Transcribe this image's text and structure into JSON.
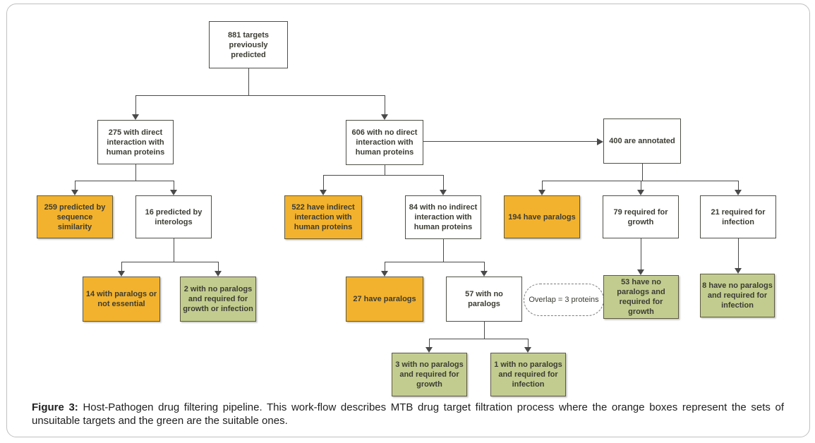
{
  "figure": {
    "caption_label": "Figure 3:",
    "caption_text": "Host-Pathogen drug filtering pipeline. This work-flow describes MTB drug target filtration process where the orange boxes represent the sets of unsuitable targets and the green are the suitable ones."
  },
  "colors": {
    "orange": "#F2B22D",
    "green": "#C2CC8F",
    "line": "#4a4a4a",
    "box_border": "#4f4f47",
    "colored_box_border": "#5e5a42",
    "frame_border": "#c0c0c0"
  },
  "diagram": {
    "nodes": {
      "root": {
        "label": "881 targets previously predicted",
        "style": "white"
      },
      "direct275": {
        "label": "275 with direct interaction with human proteins",
        "style": "white"
      },
      "nodirect606": {
        "label": "606 with no direct interaction with human proteins",
        "style": "white"
      },
      "annotated400": {
        "label": "400 are annotated",
        "style": "white"
      },
      "seqsim259": {
        "label": "259 predicted by sequence similarity",
        "style": "orange"
      },
      "interologs16": {
        "label": "16 predicted by interologs",
        "style": "white"
      },
      "indirect522": {
        "label": "522 have indirect interaction with human proteins",
        "style": "orange"
      },
      "noindirect84": {
        "label": "84 with no indirect interaction with human proteins",
        "style": "white"
      },
      "paralogs194": {
        "label": "194 have paralogs",
        "style": "orange"
      },
      "growth79": {
        "label": "79 required for growth",
        "style": "white"
      },
      "infection21": {
        "label": "21 required for infection",
        "style": "white"
      },
      "paralogs14": {
        "label": "14 with paralogs or not essential",
        "style": "orange"
      },
      "noparalogs2": {
        "label": "2 with no paralogs and required for growth or infection",
        "style": "green"
      },
      "paralogs27": {
        "label": "27 have paralogs",
        "style": "orange"
      },
      "noparalogs57": {
        "label": "57 with no paralogs",
        "style": "white"
      },
      "overlap": {
        "label": "Overlap = 3 proteins",
        "style": "dashed"
      },
      "growth53": {
        "label": "53 have no paralogs and required for growth",
        "style": "green"
      },
      "infection8": {
        "label": "8 have no paralogs and required for infection",
        "style": "green"
      },
      "growth3": {
        "label": "3 with no paralogs and required for growth",
        "style": "green"
      },
      "infection1": {
        "label": "1 with no paralogs and required for infection",
        "style": "green"
      }
    }
  }
}
